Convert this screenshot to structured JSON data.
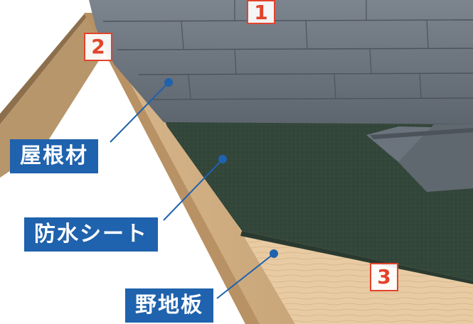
{
  "diagram": {
    "labels": [
      {
        "key": "shingle",
        "text": "屋根材"
      },
      {
        "key": "membrane",
        "text": "防水シート"
      },
      {
        "key": "sheathing",
        "text": "野地板"
      }
    ],
    "numbers": [
      {
        "key": "n1",
        "text": "1"
      },
      {
        "key": "n2",
        "text": "2"
      },
      {
        "key": "n3",
        "text": "3"
      }
    ]
  },
  "colors": {
    "label_bg": "#1f62ad",
    "label_text": "#ffffff",
    "number_accent": "#e2432a",
    "leader_line": "#1f62ad",
    "shingle": "#6e7680",
    "membrane": "#34473a",
    "wood": "#e6c9a0"
  }
}
